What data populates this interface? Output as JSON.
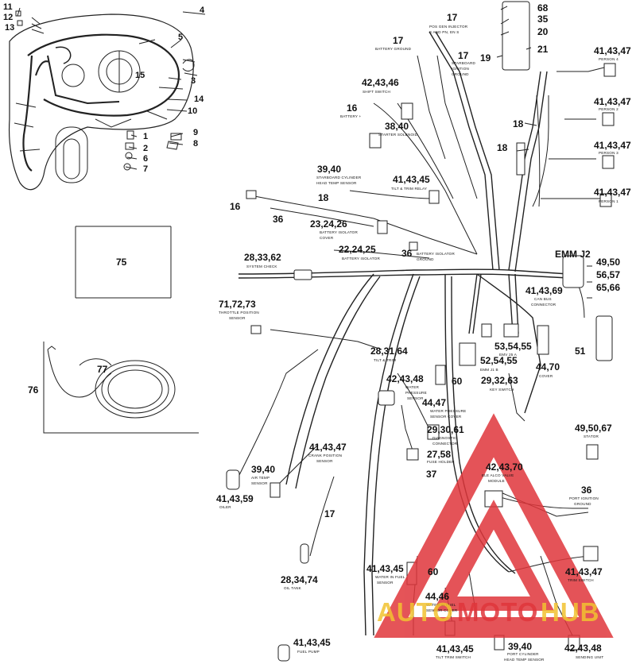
{
  "colors": {
    "line": "#222222",
    "watermark_red": "#e0363b",
    "watermark_yellow": "#f2c331"
  },
  "callouts": {
    "c11": "11",
    "c12": "12",
    "c13": "13",
    "c4": "4",
    "c5": "5",
    "c15": "15",
    "c3": "3",
    "c14": "14",
    "c10": "10",
    "c9": "9",
    "c8": "8",
    "c1": "1",
    "c2": "2",
    "c6": "6",
    "c7": "7",
    "c68": "68",
    "c35": "35",
    "c20": "20",
    "c19": "19",
    "c21": "21",
    "c17_top": "17",
    "c17_bat": "17",
    "c17_sb": "17",
    "c42_shift": "42,43,46",
    "c16_bat": "16",
    "c38": "38,40",
    "c41_p4": "41,43,47",
    "c41_p2": "41,43,47",
    "c41_p3": "41,43,47",
    "c41_p1": "41,43,47",
    "c18_a": "18",
    "c18_b": "18",
    "c39_sb": "39,40",
    "c41_trim": "41,43,45",
    "c18_c": "18",
    "c16_side": "16",
    "c36_a": "36",
    "c23": "23,24,26",
    "c22": "22,24,25",
    "c36_b": "36",
    "c28": "28,33,62",
    "c75": "75",
    "c71": "71,72,73",
    "c_emmj2": "EMM J2",
    "c49_50": "49,50",
    "c56": "56,57",
    "c65": "65,66",
    "c41_canbus": "41,43,69",
    "c53": "53,54,55",
    "c52": "52,54,55",
    "c28_31": "28,31,64",
    "c51": "51",
    "c44_70": "44,70",
    "c42_48": "42,43,48",
    "c60_a": "60",
    "c29_32": "29,32,63",
    "c76": "76",
    "c77": "77",
    "c44_47": "44,47",
    "c29_30": "29,30,61",
    "c49_67": "49,50,67",
    "c41_crank": "41,43,47",
    "c39_air": "39,40",
    "c27": "27,58",
    "c42_70": "42,43,70",
    "c37": "37",
    "c41_59": "41,43,59",
    "c17_oil": "17",
    "c36_port": "36",
    "c41_trimsw": "41,43,47",
    "c28_oil": "28,34,74",
    "c41_water": "41,43,45",
    "c60_b": "60",
    "c44_46": "44,46",
    "c41_fuelpump": "41,43,45",
    "c41_tilt": "41,43,45",
    "c39_port": "39,40",
    "c42_sender": "42,43,48"
  },
  "captions": {
    "pos_gen": "POS GEN INJECTOR",
    "pos_gen2": "S AND PN, EN S",
    "battery_ground": "BATTERY GROUND",
    "stb_ign": "STARBOARD",
    "stb_ign2": "IGNITION",
    "stb_ign3": "GROUND",
    "shift": "SHIFT SWITCH",
    "battery_plus": "BATTERY +",
    "starter": "STARTER SOLENOID",
    "person4": "PERSON 4",
    "person2": "PERSON 2",
    "person3": "PERSON 3",
    "person1": "PERSON 1",
    "stb_cyl": "STARBOARD CYLINDER",
    "stb_cyl2": "HEAD TEMP SENSOR",
    "tilt_relay": "TILT & TRIM RELAY",
    "bat_iso_cover": "BATTERY ISOLATOR",
    "bat_iso_cover2": "COVER",
    "bat_iso": "BATTERY ISOLATOR",
    "bat_iso_ground": "BATTERY ISOLATOR",
    "bat_iso_ground2": "GROUND",
    "sys_check": "SYSTEM CHECK",
    "tps": "THROTTLE POSITION",
    "tps2": "SENSOR",
    "canbus": "CAN BUS",
    "canbus2": "CONNECTOR",
    "emv_a": "EMV 25 A",
    "emm_j1b": "EMM J1 B",
    "tilt_trim": "TILT & TRIM",
    "water_fuel": "WATER",
    "water_fuel2": "PRESSURE",
    "water_fuel3": "SENSOR",
    "key_switch": "KEY SWITCH",
    "cover": "COVER",
    "wp_cover": "WATER PRESSURE",
    "wp_cover2": "SENSOR COVER",
    "diag": "DIAGNOSTIC",
    "diag2": "CONNECTOR",
    "fuse_holder": "FUSE HOLDER",
    "stator": "STATOR",
    "crank": "CRANK POSITION",
    "crank2": "SENSOR",
    "air_temp": "AIR TEMP",
    "air_temp2": "SENSOR",
    "oiler": "OILER",
    "ele_valve": "ELE ALCO VALVE",
    "ele_valve2": "MODULE",
    "port_ign": "PORT IGNITION",
    "port_ign2": "GROUND",
    "oil_tank": "OIL TANK",
    "water_in_fuel": "WATER IN FUEL",
    "water_in_fuel2": "SENSOR",
    "water_fuel_cover": "WATER IN FUEL",
    "water_fuel_cover2": "SENSOR COVER",
    "trim_switch": "TRIM SWITCH",
    "fuel_pump": "FUEL PUMP",
    "tilt_switch": "TILT TRIM SWITCH",
    "port_cyl": "PORT CYLINDER",
    "port_cyl2": "HEAD TEMP SENSOR",
    "sender": "SENDING UNIT"
  },
  "watermark": {
    "text_auto": "AUTO",
    "text_moto": "MOTO",
    "text_hub": "HUB"
  }
}
